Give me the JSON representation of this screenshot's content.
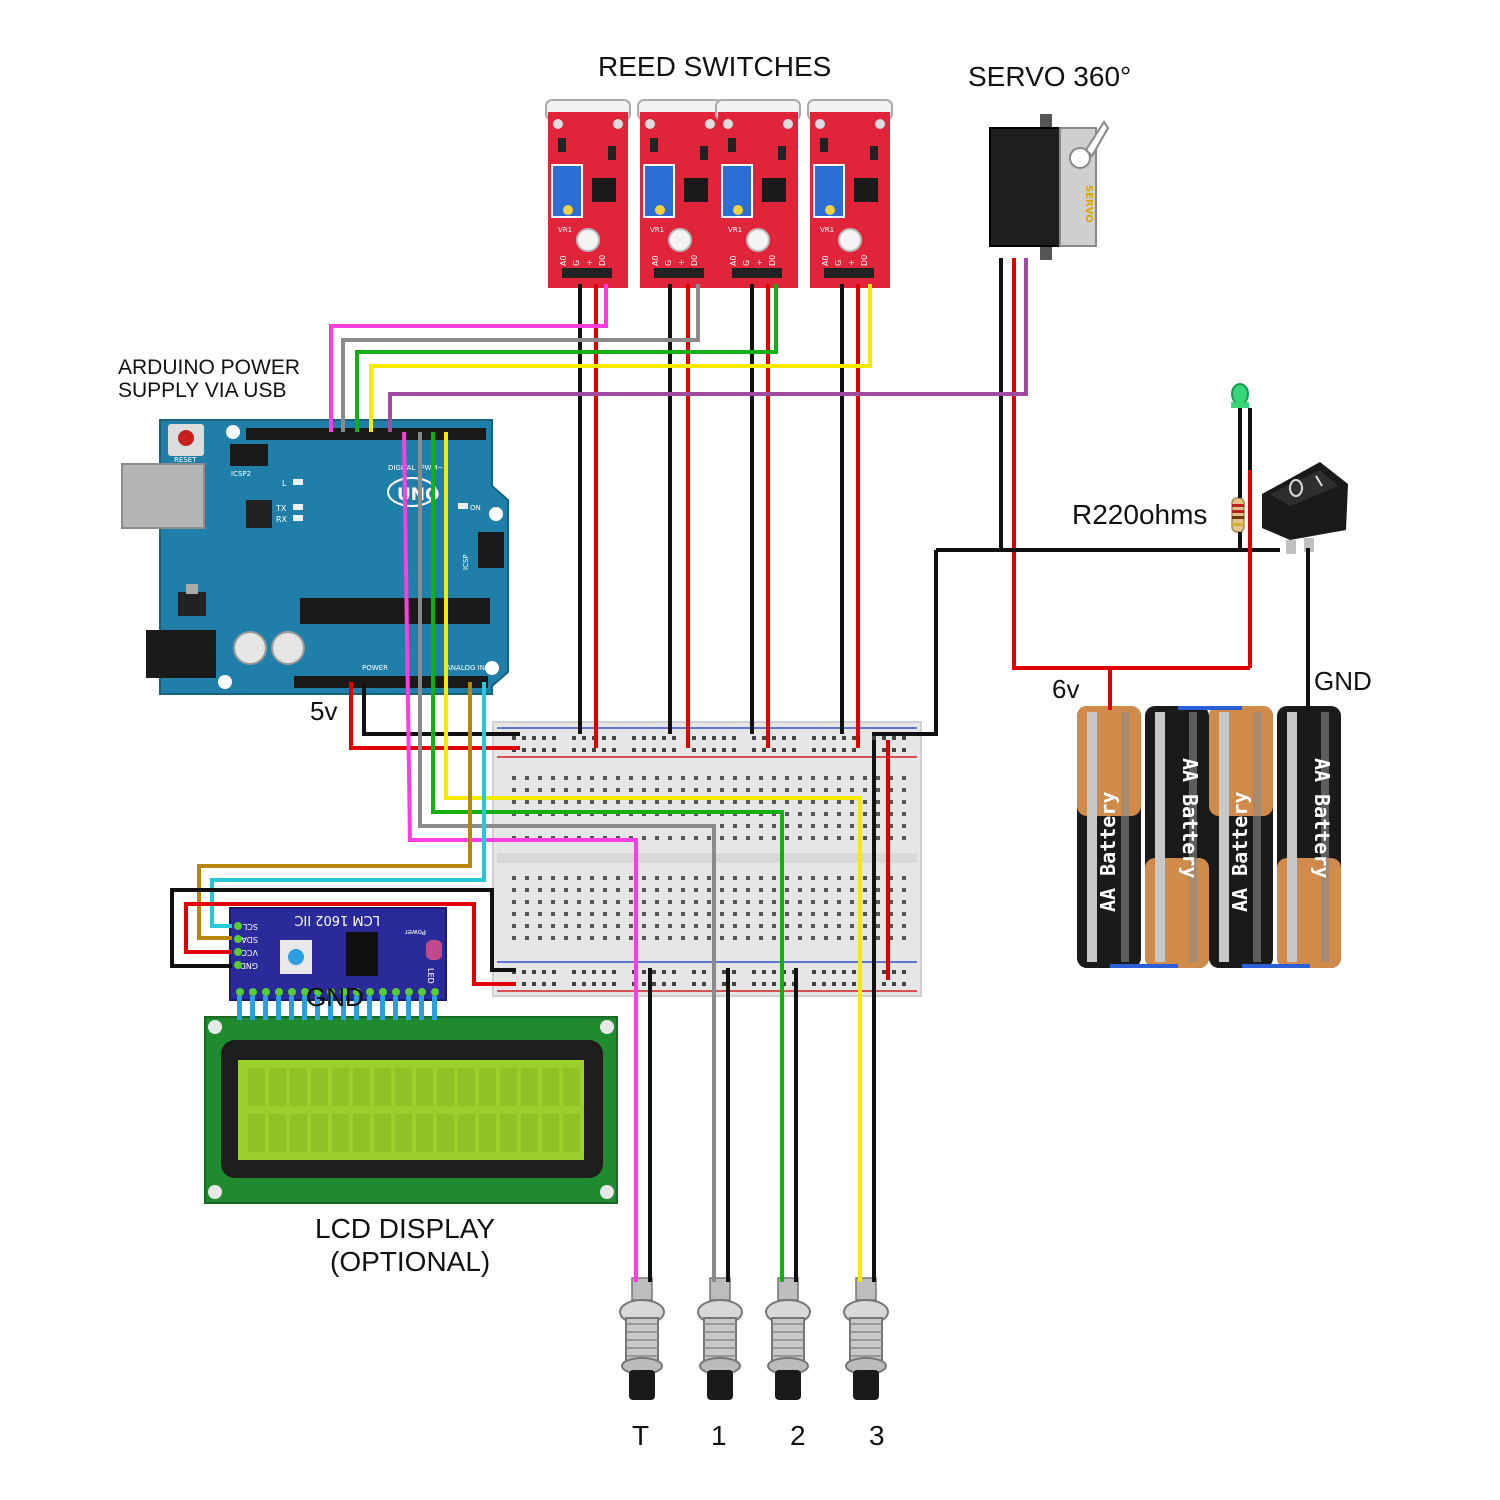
{
  "labels": {
    "reed_switches": "REED SWITCHES",
    "servo": "SERVO 360°",
    "arduino_power_line1": "ARDUINO POWER",
    "arduino_power_line2": "SUPPLY VIA USB",
    "resistor": "R220ohms",
    "gnd_battery": "GND",
    "six_volt": "6v",
    "five_volt": "5v",
    "gnd_lcd": "GND",
    "lcd_line1": "LCD DISPLAY",
    "lcd_line2": "(OPTIONAL)",
    "button_t": "T",
    "button_1": "1",
    "button_2": "2",
    "button_3": "3"
  },
  "component_text": {
    "arduino_model": "UNO",
    "arduino_reset": "RESET",
    "arduino_icsp2": "ICSP2",
    "arduino_digital": "DIGITAL (PWM~)",
    "arduino_power": "POWER",
    "arduino_analog": "ANALOG IN",
    "arduino_on": "ON",
    "arduino_icsp": "ICSP",
    "arduino_tx": "TX",
    "arduino_rx": "RX",
    "arduino_l": "L",
    "servo_brand": "SERVO",
    "battery_text": "AA Battery",
    "lcd_module": "LCM 1602 IIC",
    "lcd_power": "Power",
    "lcd_led": "LED",
    "lcd_pin_scl": "SCL",
    "lcd_pin_sda": "SDA",
    "lcd_pin_vcc": "VCC",
    "lcd_pin_gnd": "GND",
    "reed_pin_a0": "A0",
    "reed_pin_g": "G",
    "reed_pin_plus": "+",
    "reed_pin_d0": "D0",
    "reed_vr": "VR1"
  },
  "colors": {
    "wire_red": "#e00000",
    "wire_black": "#111111",
    "wire_green": "#12b012",
    "wire_yellow": "#f5ea00",
    "wire_gray": "#8a8a8a",
    "wire_magenta": "#ff3ce0",
    "wire_purple": "#a04aa0",
    "wire_brown": "#b8860b",
    "wire_cyan": "#27c8d8",
    "arduino_blue": "#1f7fa8",
    "reed_board_red": "#e0243a",
    "lcd_green": "#1f8a2e",
    "lcd_screen": "#9ccf2c",
    "i2c_blue": "#2a2a9a",
    "battery_copper": "#d08a4a"
  }
}
